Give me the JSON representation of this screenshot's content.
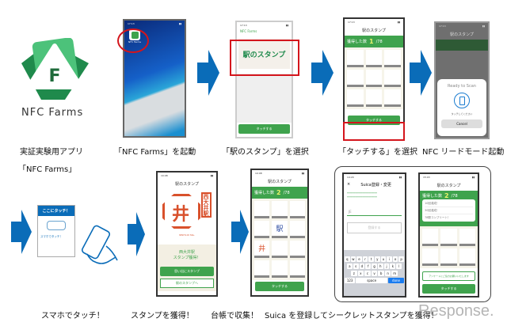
{
  "logo": {
    "wordmark": "NFC Farms",
    "letter": "F",
    "colors": {
      "dark": "#1f8a4c",
      "light": "#4cc27a"
    }
  },
  "colors": {
    "arrow": "#0a6cb8",
    "highlight": "#d4151c",
    "app_green": "#3fa34d"
  },
  "steps_top": [
    {
      "caption": "実証実験用アプリ",
      "caption2": "「NFC Farms」"
    },
    {
      "caption": "「NFC Farms」を起動"
    },
    {
      "caption": "「駅のスタンプ」を選択"
    },
    {
      "caption": "「タッチする」を選択"
    },
    {
      "caption": "NFC リードモード起動"
    }
  ],
  "steps_bottom": [
    {
      "caption": "スマホでタッチ！"
    },
    {
      "caption": "スタンプを獲得！"
    },
    {
      "caption": "台帳で収集！"
    },
    {
      "caption": "Suica を登録してシークレットスタンプを獲得！"
    }
  ],
  "home_screen": {
    "time": "17:13",
    "app_label": "NFC Farms"
  },
  "app_home": {
    "title": "NFC Farms",
    "banner": "駅のスタンプ",
    "button": "タッチする"
  },
  "stamp_list": {
    "time": "17:13",
    "title": "駅のスタンプ",
    "count_label": "獲得した数",
    "count": "1",
    "total": "/78",
    "button": "タッチする"
  },
  "scan": {
    "title": "Ready to Scan",
    "hint": "タッチしてください",
    "cancel": "Cancel"
  },
  "nfc_sign": {
    "header": "ここにタッチ！",
    "sub": "スマホでタッチ！"
  },
  "stamp_get": {
    "time": "10:08",
    "title": "駅のスタンプ",
    "station": "西大井駅",
    "station_en": "NISHI-OI Sta.",
    "message": "スタンプ獲得！",
    "btn1": "思い出にスタンプ",
    "btn2": "駅のスタンプへ"
  },
  "collection": {
    "time": "10:08",
    "title": "駅のスタンプ",
    "count_label": "獲得した数",
    "count": "2",
    "total": "/78",
    "button": "タッチする"
  },
  "suica": {
    "time": "14:20",
    "title": "Suica登録・変更",
    "close": "×",
    "field": "JE",
    "submit": "登録する",
    "keys_row1": [
      "q",
      "w",
      "e",
      "r",
      "t",
      "y",
      "u",
      "i",
      "o",
      "p"
    ],
    "keys_row2": [
      "a",
      "s",
      "d",
      "f",
      "g",
      "h",
      "j",
      "k",
      "l"
    ],
    "keys_row3": [
      "z",
      "x",
      "c",
      "v",
      "b",
      "n",
      "m"
    ],
    "space": "space",
    "done": "done"
  },
  "secret": {
    "time": "15:03",
    "title": "駅のスタンプ",
    "count_label": "獲得した数",
    "count": "2",
    "total": "/78",
    "items": [
      "10回達成！",
      "30回達成！",
      "78駅コンプリート！"
    ],
    "survey": "アンケートにご協力お願いいたします",
    "button": "タッチする"
  },
  "watermark": "Response."
}
